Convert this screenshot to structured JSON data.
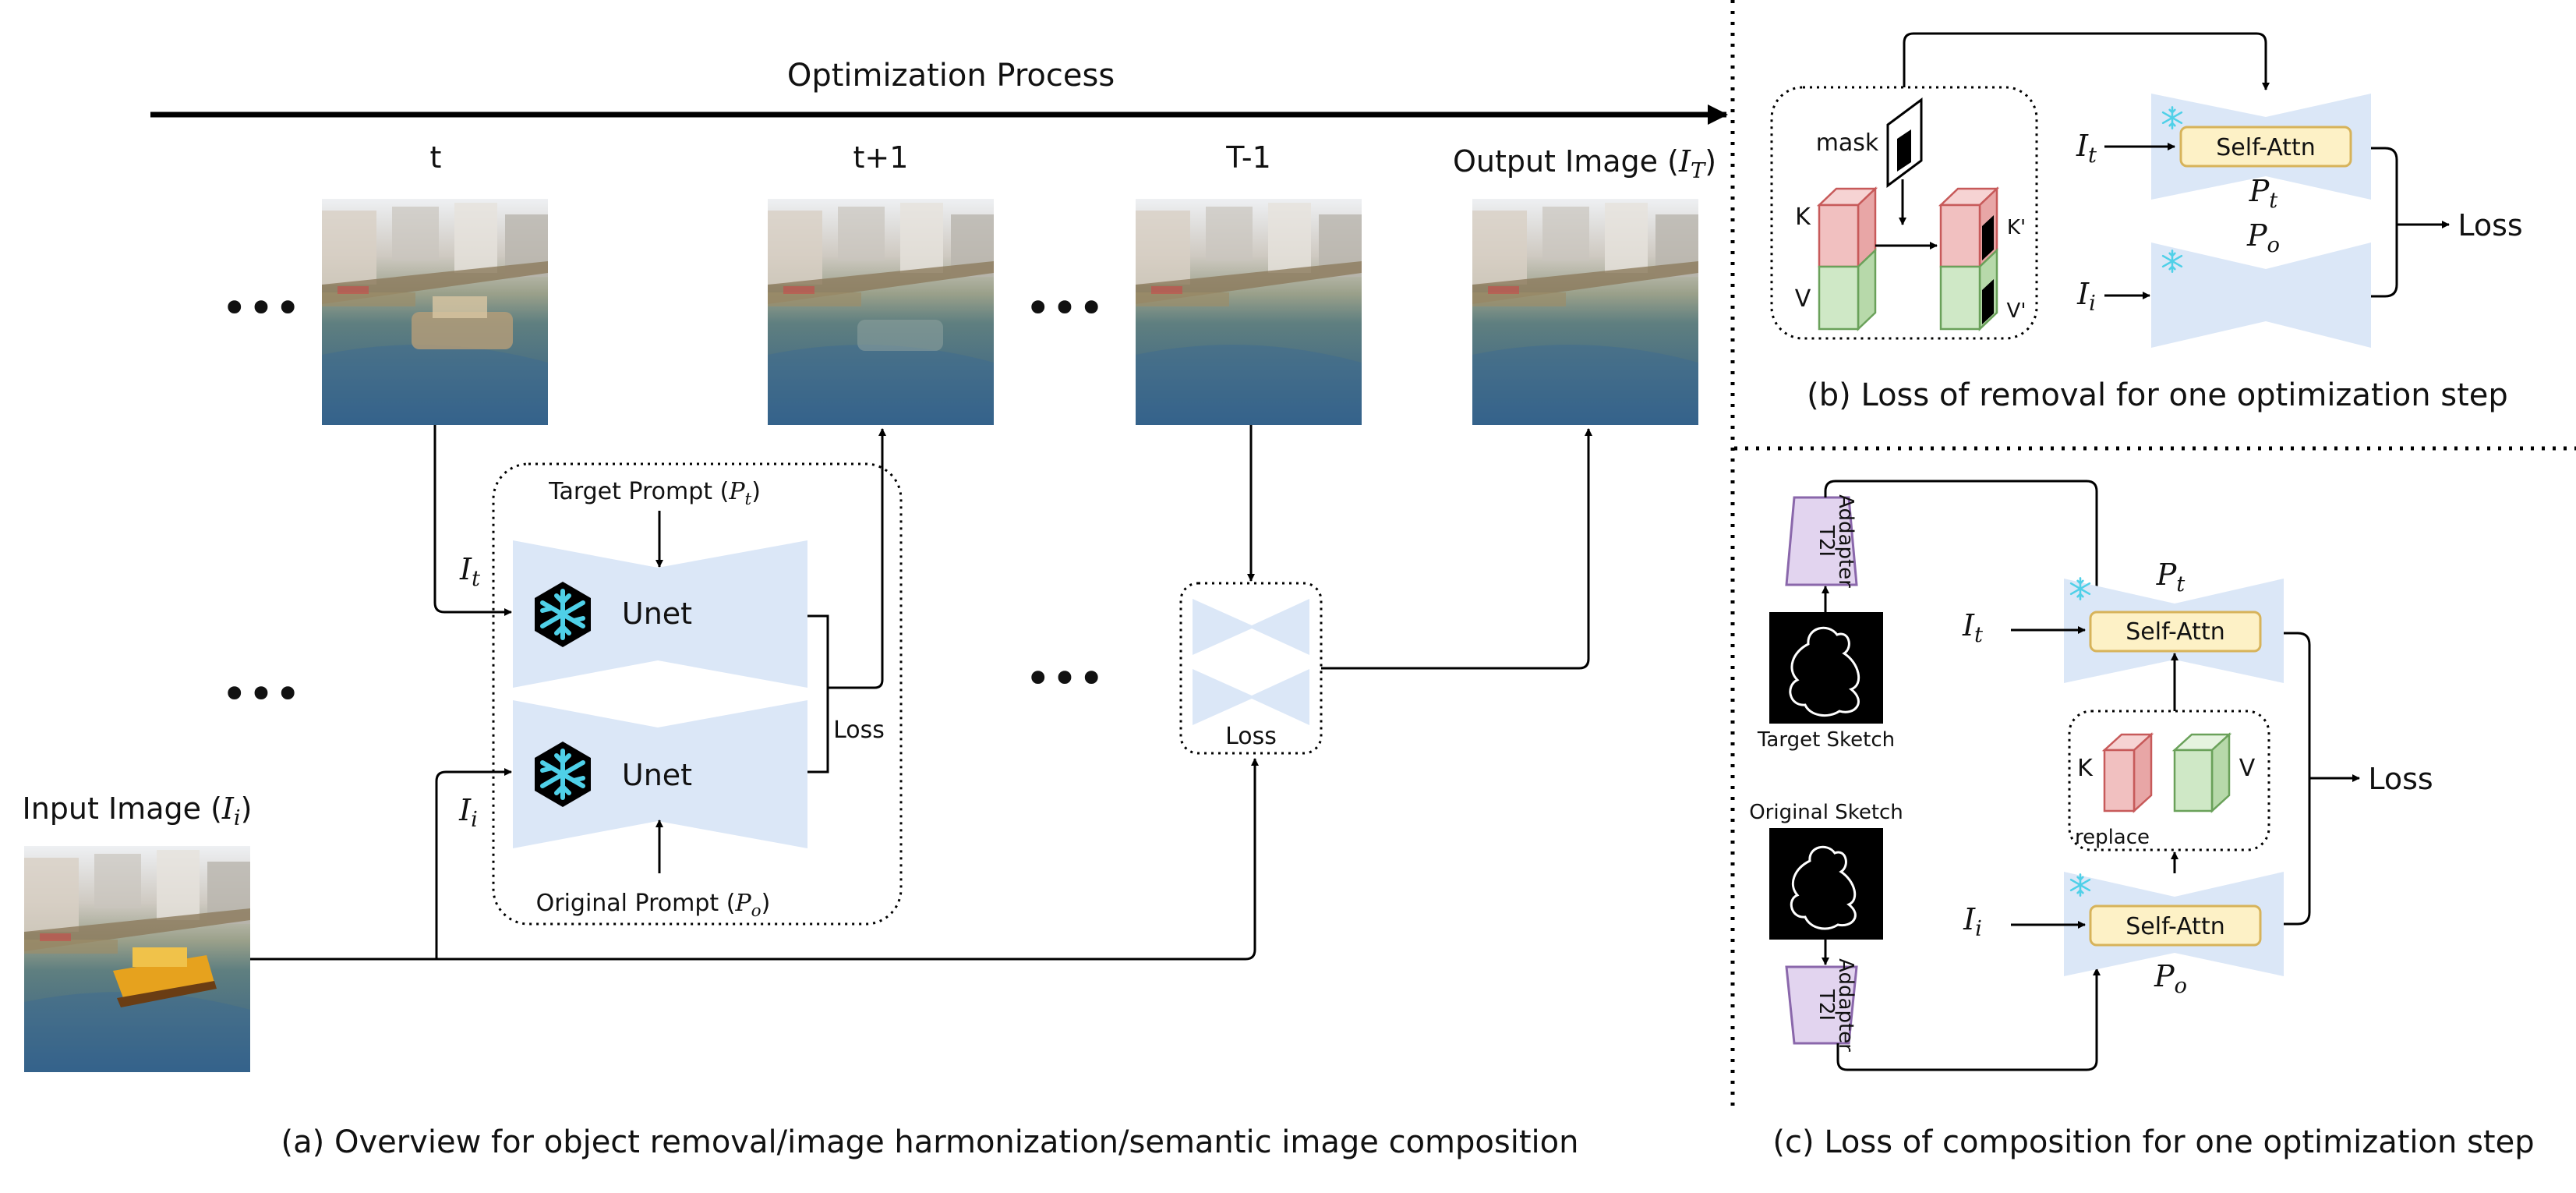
{
  "panel_a": {
    "optimization_label": "Optimization Process",
    "steps": [
      "t",
      "t+1",
      "T-1"
    ],
    "output_label": "Output Image",
    "output_symbol": "I",
    "output_symbol_sub": "T",
    "input_label": "Input Image",
    "input_symbol": "I",
    "input_symbol_sub": "i",
    "dots": "•••",
    "target_prompt": "Target Prompt",
    "original_prompt": "Original Prompt",
    "p": "P",
    "p_t_sub": "t",
    "p_o_sub": "o",
    "unet_label": "Unet",
    "loss_label": "Loss",
    "it": "I",
    "it_sub": "t",
    "ii": "I",
    "ii_sub": "i",
    "caption": "(a) Overview for object removal/image harmonization/semantic image composition"
  },
  "panel_b": {
    "mask_label": "mask",
    "k_label": "K",
    "v_label": "V",
    "k_prime": "K'",
    "v_prime": "V'",
    "self_attn": "Self-Attn",
    "loss_label": "Loss",
    "caption": "(b) Loss of removal for one optimization step"
  },
  "panel_c": {
    "t2i_label": "T2I",
    "adapter_label": "Addapter",
    "target_sketch": "Target Sketch",
    "original_sketch": "Original Sketch",
    "self_attn": "Self-Attn",
    "k_label": "K",
    "v_label": "V",
    "replace_label": "replace",
    "loss_label": "Loss",
    "caption": "(c) Loss of composition for one optimization step"
  },
  "colors": {
    "unet_blue": "#dbe7f7",
    "self_attn_fill": "#fdf1c6",
    "self_attn_stroke": "#d7b35a",
    "k_red": "#f1c0c0",
    "v_green": "#cfe8c6",
    "adapter_purple": "#e2d4ef",
    "snowflake": "#4fd0e8"
  },
  "icons": [
    "snowflake-icon"
  ]
}
